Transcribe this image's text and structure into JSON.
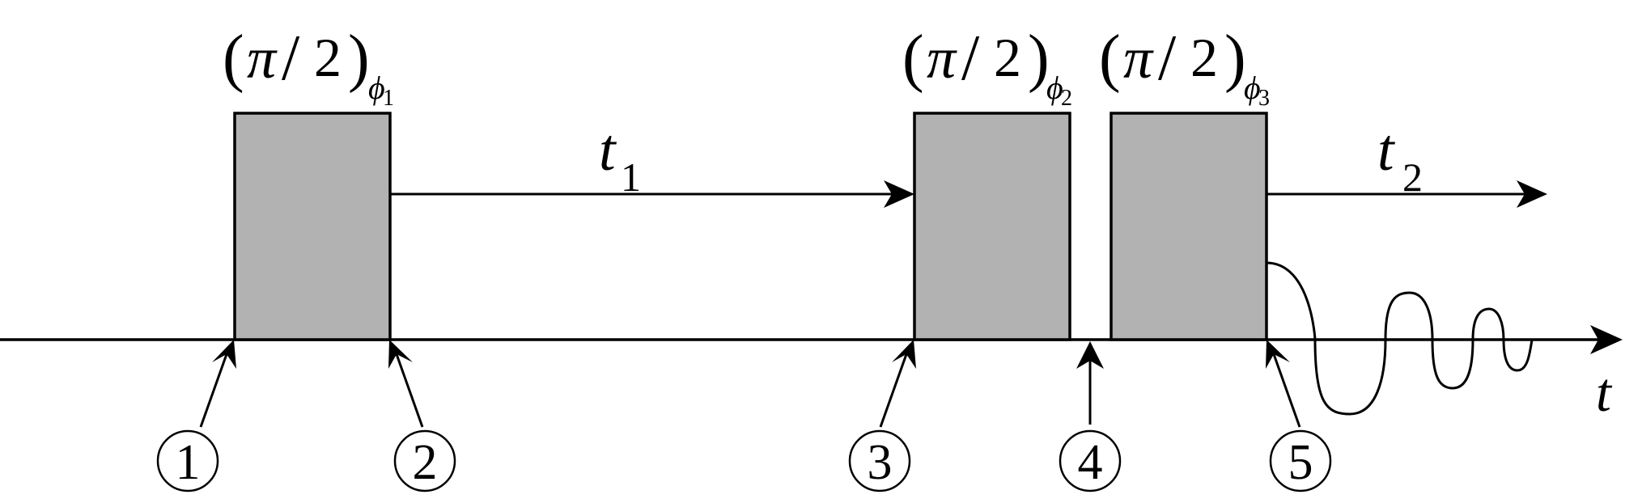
{
  "pulses": [
    {
      "paren_open": "(",
      "pi": "π",
      "slash": "/",
      "two": "2",
      "paren_close": ")",
      "phase_symbol": "ϕ",
      "phase_index": "1"
    },
    {
      "paren_open": "(",
      "pi": "π",
      "slash": "/",
      "two": "2",
      "paren_close": ")",
      "phase_symbol": "ϕ",
      "phase_index": "2"
    },
    {
      "paren_open": "(",
      "pi": "π",
      "slash": "/",
      "two": "2",
      "paren_close": ")",
      "phase_symbol": "ϕ",
      "phase_index": "3"
    }
  ],
  "intervals": [
    {
      "symbol": "t",
      "subscript": "1"
    },
    {
      "symbol": "t",
      "subscript": "2"
    }
  ],
  "axis": {
    "label": "t"
  },
  "markers": [
    "1",
    "2",
    "3",
    "4",
    "5"
  ],
  "colors": {
    "pulse_fill": "#b2b2b2",
    "stroke": "#000000",
    "background": "#ffffff"
  }
}
